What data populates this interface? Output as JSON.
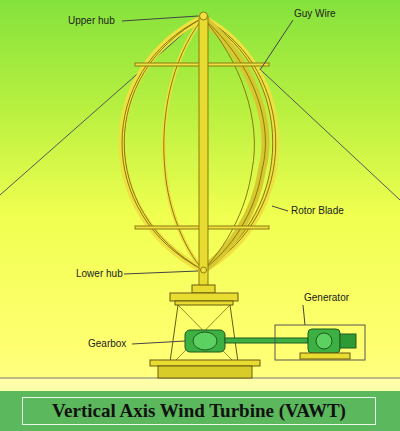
{
  "diagram": {
    "title": "Vertical Axis Wind Turbine (VAWT)",
    "labels": [
      "Upper hub",
      "Guy Wire",
      "Rotor Blade",
      "Lower hub",
      "Generator",
      "Gearbox"
    ]
  }
}
